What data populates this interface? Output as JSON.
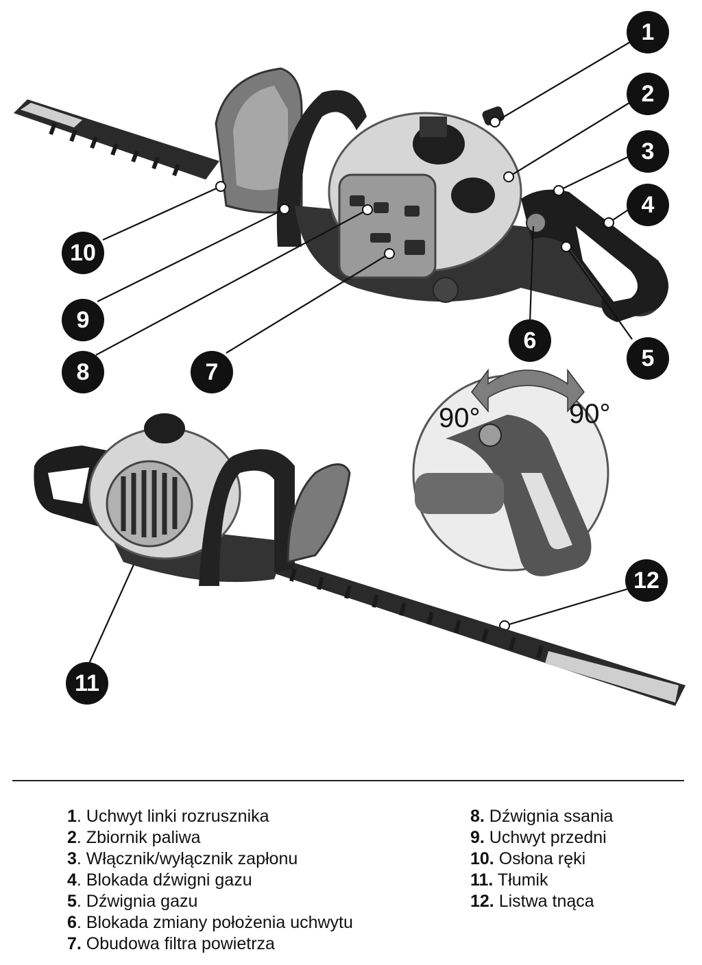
{
  "callouts": [
    {
      "n": "1"
    },
    {
      "n": "2"
    },
    {
      "n": "3"
    },
    {
      "n": "4"
    },
    {
      "n": "5"
    },
    {
      "n": "6"
    },
    {
      "n": "7"
    },
    {
      "n": "8"
    },
    {
      "n": "9"
    },
    {
      "n": "10"
    },
    {
      "n": "11"
    },
    {
      "n": "12"
    }
  ],
  "rotation": {
    "left_angle": "90°",
    "right_angle": "90°"
  },
  "legend": {
    "left": [
      {
        "num": "1",
        "text": ". Uchwyt linki rozrusznika"
      },
      {
        "num": "2",
        "text": ". Zbiornik paliwa"
      },
      {
        "num": "3",
        "text": ". Włącznik/wyłącznik zapłonu"
      },
      {
        "num": "4",
        "text": ". Blokada dźwigni gazu"
      },
      {
        "num": "5",
        "text": ". Dźwignia gazu"
      },
      {
        "num": "6",
        "text": ". Blokada zmiany położenia uchwytu"
      },
      {
        "num": "7.",
        "text": " Obudowa filtra powietrza"
      }
    ],
    "right": [
      {
        "num": "8.",
        "text": " Dźwignia ssania"
      },
      {
        "num": "9.",
        "text": " Uchwyt przedni"
      },
      {
        "num": "10.",
        "text": " Osłona ręki"
      },
      {
        "num": "11.",
        "text": " Tłumik"
      },
      {
        "num": "12.",
        "text": " Listwa tnąca"
      }
    ]
  },
  "colors": {
    "ink": "#111111",
    "body_grey": "#8c8c8c",
    "light_grey": "#d6d6d6",
    "blade": "#2a2a2a"
  }
}
